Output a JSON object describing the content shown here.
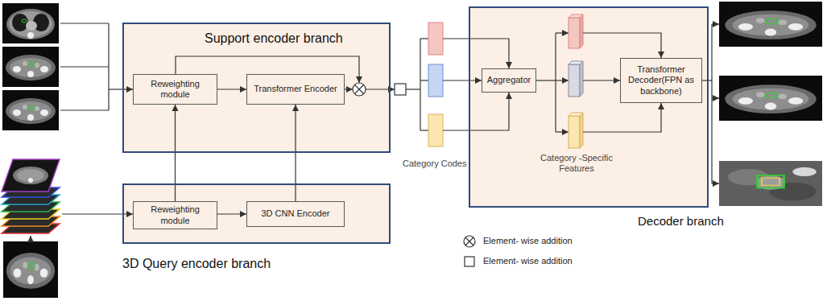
{
  "diagram": {
    "nodes": [
      {
        "text": [
          "Support encoder branch"
        ]
      },
      {
        "text": [
          "Reweighting module"
        ],
        "in": 0
      },
      {
        "text": [
          "Transformer Encoder"
        ],
        "in": 0
      },
      {
        "text": [
          "3D Query encoder branch"
        ]
      },
      {
        "text": [
          "Reweighting module"
        ],
        "in": 3
      },
      {
        "text": [
          "3D CNN Encoder"
        ],
        "in": 3
      },
      {
        "text": [
          "Decoder branch"
        ]
      },
      {
        "text": [
          "Aggregator"
        ],
        "in": 6
      },
      {
        "text": [
          "Transformer Decoder(FPN as backbone)"
        ],
        "in": 6
      }
    ],
    "edges": [
      {
        "from": 1,
        "to": 2,
        "arrow": "to"
      },
      {
        "from": 4,
        "to": 5,
        "arrow": "to"
      },
      {
        "from": 4,
        "to": 1,
        "arrow": "to"
      },
      {
        "from": 5,
        "to": 2,
        "arrow": "to"
      }
    ],
    "labels": [
      "Category Codes",
      "Category -Specific Features"
    ],
    "legend": [
      {
        "text": "Element- wise addition"
      },
      {
        "text": "Element- wise addition"
      }
    ]
  }
}
